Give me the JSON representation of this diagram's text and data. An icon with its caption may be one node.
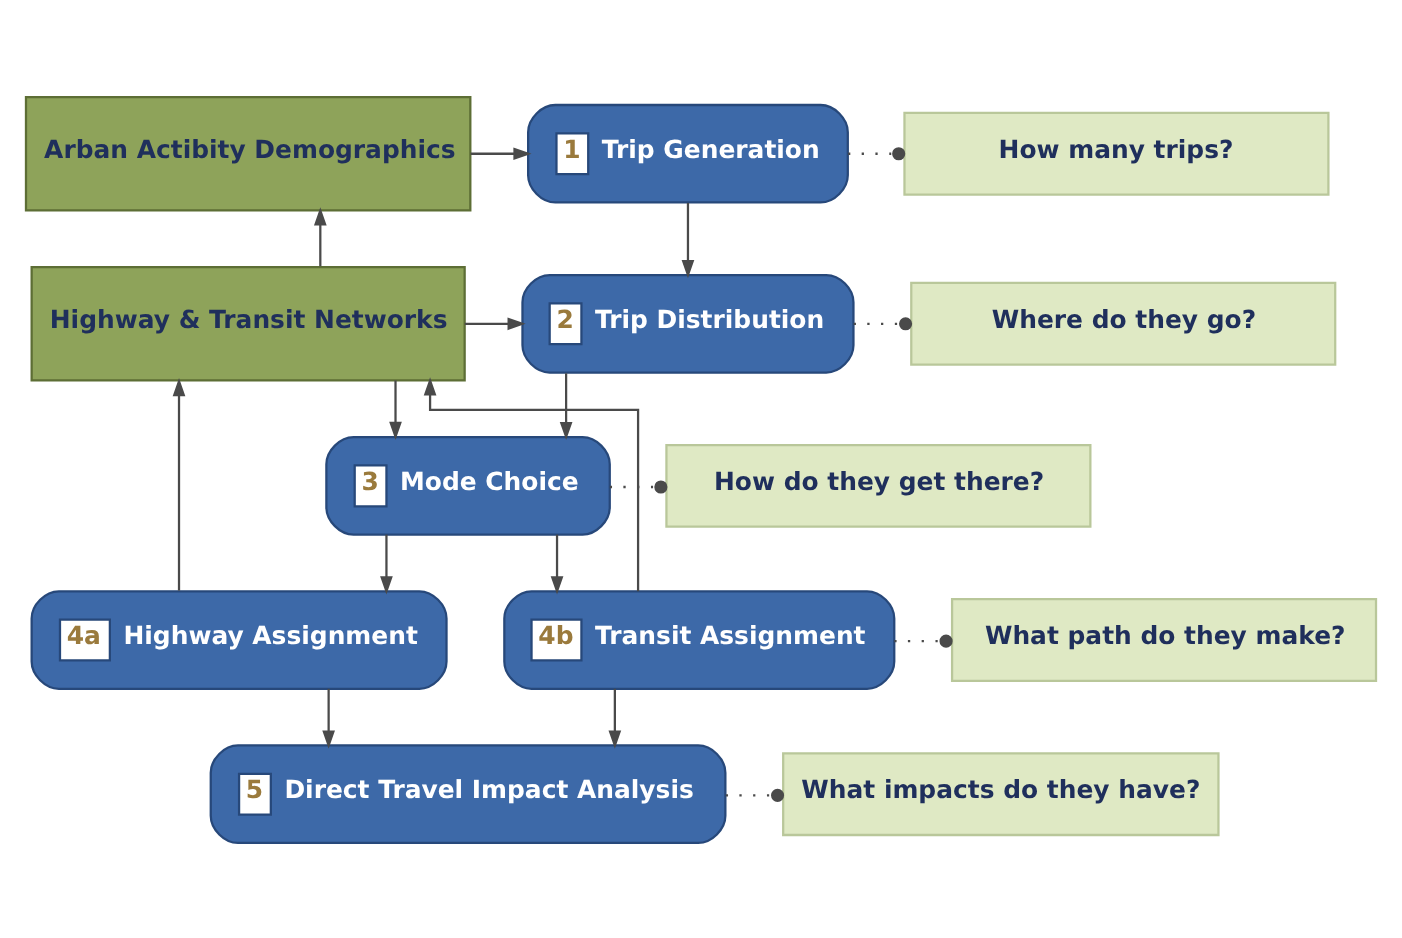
{
  "diagram": {
    "nodes": [
      {
        "text": [
          "Arban Actibity Demographics"
        ]
      },
      {
        "text": [
          "1",
          "Trip Generation"
        ]
      },
      {
        "text": [
          "How many trips?"
        ]
      },
      {
        "text": [
          "Highway & Transit Networks"
        ]
      },
      {
        "text": [
          "2",
          "Trip Distribution"
        ]
      },
      {
        "text": [
          "Where do they go?"
        ]
      },
      {
        "text": [
          "3",
          "Mode Choice"
        ]
      },
      {
        "text": [
          "How do they get there?"
        ]
      },
      {
        "text": [
          "4a",
          "Highway Assignment"
        ]
      },
      {
        "text": [
          "4b",
          "Transit Assignment"
        ]
      },
      {
        "text": [
          "What path do they make?"
        ]
      },
      {
        "text": [
          "5",
          "Direct Travel Impact Analysis"
        ]
      },
      {
        "text": [
          "What impacts do they have?"
        ]
      }
    ],
    "edges": [
      {
        "from": 0,
        "to": 1,
        "arrow": "to"
      },
      {
        "from": 3,
        "to": 0,
        "arrow": "to"
      },
      {
        "from": 3,
        "to": 4,
        "arrow": "to"
      },
      {
        "from": 3,
        "to": 6,
        "arrow": "to"
      },
      {
        "from": 1,
        "to": 4,
        "arrow": "to"
      },
      {
        "from": 4,
        "to": 6,
        "arrow": "to"
      },
      {
        "from": 6,
        "to": 8,
        "arrow": "to"
      },
      {
        "from": 6,
        "to": 9,
        "arrow": "to"
      },
      {
        "from": 8,
        "to": 11,
        "arrow": "to"
      },
      {
        "from": 9,
        "to": 11,
        "arrow": "to"
      },
      {
        "from": 8,
        "to": 3,
        "arrow": "to"
      },
      {
        "from": 9,
        "to": 3,
        "arrow": "to"
      },
      {
        "from": 1,
        "to": 2,
        "arrow": "other",
        "style": "dashed"
      },
      {
        "from": 4,
        "to": 5,
        "arrow": "other",
        "style": "dashed"
      },
      {
        "from": 6,
        "to": 7,
        "arrow": "other",
        "style": "dashed"
      },
      {
        "from": 9,
        "to": 10,
        "arrow": "other",
        "style": "dashed"
      },
      {
        "from": 11,
        "to": 12,
        "arrow": "other",
        "style": "dashed"
      }
    ]
  }
}
